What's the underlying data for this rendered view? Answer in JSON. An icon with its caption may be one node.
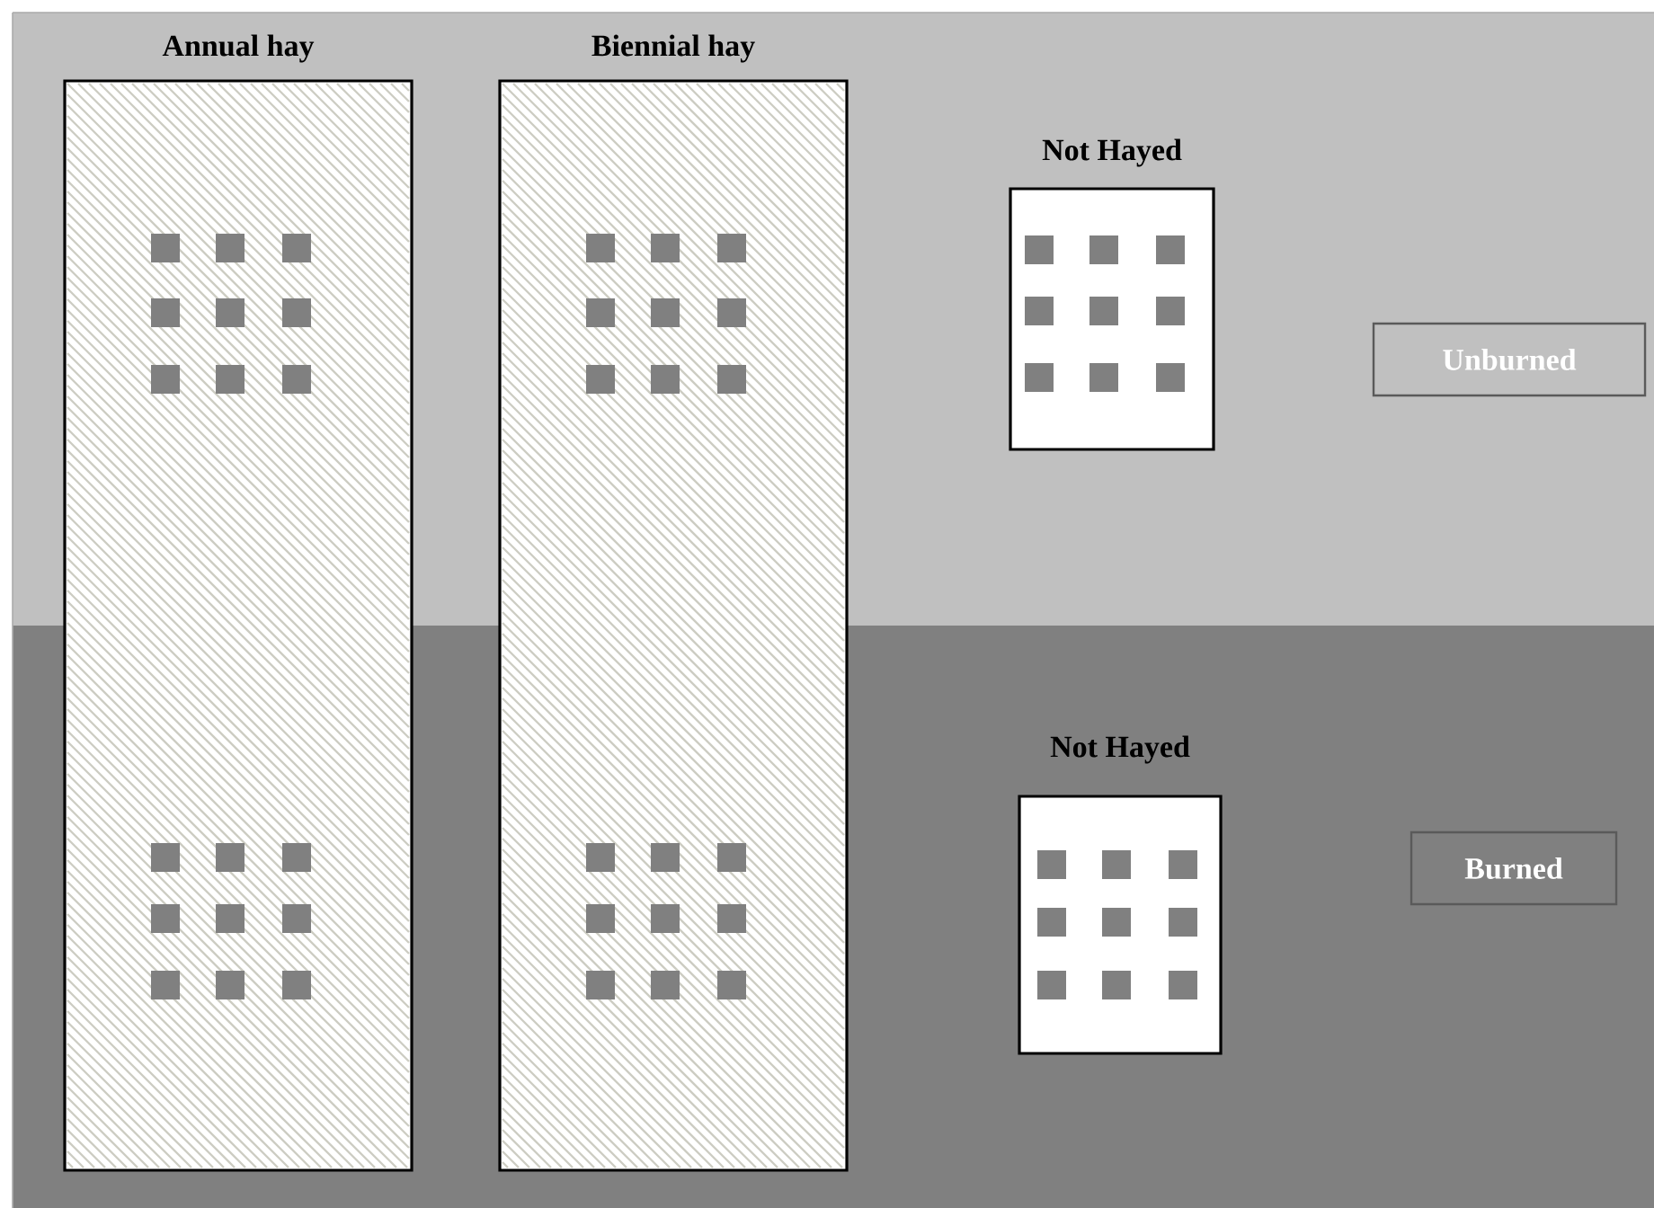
{
  "diagram": {
    "nodes": [
      {
        "text": [
          "Annual hay"
        ]
      },
      {
        "text": [
          "Biennial hay"
        ]
      },
      {
        "text": [
          "Not Hayed"
        ]
      },
      {
        "text": [
          "Unburned"
        ]
      },
      {
        "text": [
          "Not Hayed"
        ]
      },
      {
        "text": [
          "Burned"
        ]
      }
    ],
    "edges": []
  }
}
